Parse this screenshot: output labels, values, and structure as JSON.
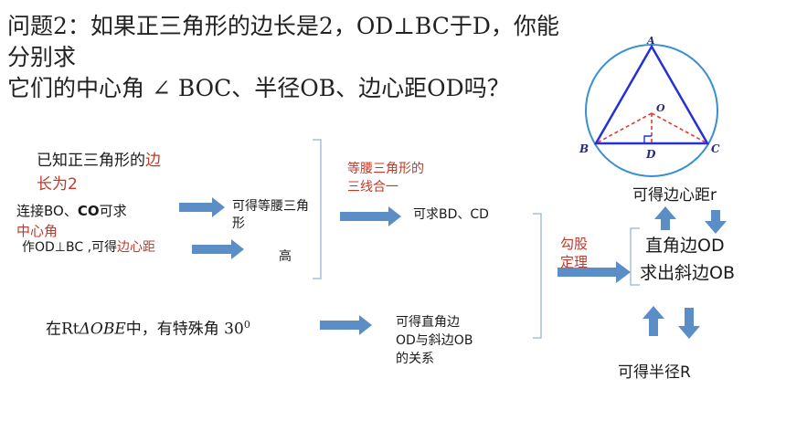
{
  "question": {
    "line1": "问题2：如果正三角形的边长是2，OD⊥BC于D，你能",
    "line2": "分别求",
    "line3": "它们的中心角 ∠ BOC、半径OB、边心距OD吗？"
  },
  "figure": {
    "label_a": "A",
    "label_b": "B",
    "label_c": "C",
    "label_o": "O",
    "label_d": "D"
  },
  "flow": {
    "known_prefix": "已知",
    "known_mid": "正三角形的",
    "known_red1": "边",
    "known_red2": "长为2",
    "connect_text": "连接BO、",
    "connect_bold": "CO",
    "connect_suffix": "可求",
    "central_angle": "中心角",
    "draw_od": "作OD⊥BC ,可得",
    "apothem_red": "边心距",
    "isosceles_line1": "可得等腰三角",
    "isosceles_line2": "形",
    "height": "高",
    "property_line1": "等腰三角形的",
    "property_line2": "三线合一",
    "find_bd": "可求BD、CD",
    "pythag_line1": "勾股",
    "pythag_line2": "定理",
    "right_leg": "直角边OD",
    "find_hyp": "求出斜边OB",
    "get_apothem": "可得边心距r",
    "get_radius": "可得半径R",
    "special_prefix": "在",
    "special_rt": "Rt",
    "special_obe": "ΔOBE",
    "special_mid": "中，有特殊角 30",
    "special_sup": "0",
    "relation_line1": "可得直角边",
    "relation_line2": "OD与斜边OB",
    "relation_line3": "的关系"
  },
  "colors": {
    "accent_blue": "#5b8ec7",
    "red_text": "#c0392b",
    "triangle_blue": "#2530d8",
    "circle_blue": "#3b8fd0",
    "dash_red": "#e23b2e",
    "bracket_gray": "#a9bfd9"
  }
}
